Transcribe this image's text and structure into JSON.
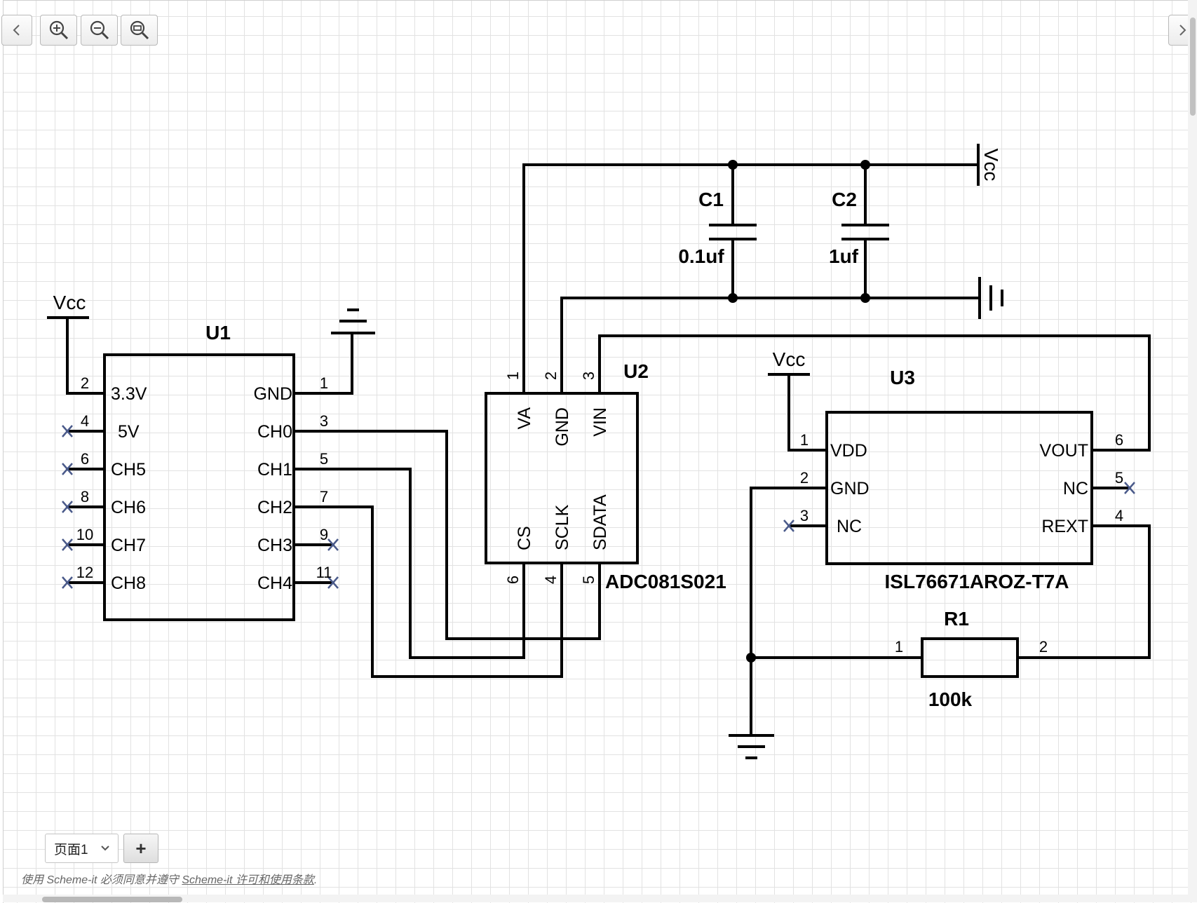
{
  "toolbar": {
    "prev_icon": "chevron-left-icon",
    "zoom_in_icon": "zoom-in-icon",
    "zoom_out_icon": "zoom-out-icon",
    "zoom_fit_icon": "zoom-fit-icon",
    "next_icon": "chevron-right-icon"
  },
  "schematic": {
    "u1": {
      "ref": "U1",
      "vcc": "Vcc",
      "left_pins": [
        {
          "num": "2",
          "name": "3.3V"
        },
        {
          "num": "4",
          "name": "5V"
        },
        {
          "num": "6",
          "name": "CH5"
        },
        {
          "num": "8",
          "name": "CH6"
        },
        {
          "num": "10",
          "name": "CH7"
        },
        {
          "num": "12",
          "name": "CH8"
        }
      ],
      "right_pins": [
        {
          "num": "1",
          "name": "GND"
        },
        {
          "num": "3",
          "name": "CH0"
        },
        {
          "num": "5",
          "name": "CH1"
        },
        {
          "num": "7",
          "name": "CH2"
        },
        {
          "num": "9",
          "name": "CH3"
        },
        {
          "num": "11",
          "name": "CH4"
        }
      ]
    },
    "u2": {
      "ref": "U2",
      "part": "ADC081S021",
      "top_pins": [
        {
          "num": "1",
          "name": "VA"
        },
        {
          "num": "2",
          "name": "GND"
        },
        {
          "num": "3",
          "name": "VIN"
        }
      ],
      "bottom_pins": [
        {
          "num": "6",
          "name": "CS"
        },
        {
          "num": "4",
          "name": "SCLK"
        },
        {
          "num": "5",
          "name": "SDATA"
        }
      ]
    },
    "u3": {
      "ref": "U3",
      "part": "ISL76671AROZ-T7A",
      "vcc": "Vcc",
      "left_pins": [
        {
          "num": "1",
          "name": "VDD"
        },
        {
          "num": "2",
          "name": "GND"
        },
        {
          "num": "3",
          "name": "NC"
        }
      ],
      "right_pins": [
        {
          "num": "6",
          "name": "VOUT"
        },
        {
          "num": "5",
          "name": "NC"
        },
        {
          "num": "4",
          "name": "REXT"
        }
      ]
    },
    "c1": {
      "ref": "C1",
      "value": "0.1uf"
    },
    "c2": {
      "ref": "C2",
      "value": "1uf"
    },
    "vcc_right": "Vcc",
    "r1": {
      "ref": "R1",
      "value": "100k",
      "pin1": "1",
      "pin2": "2"
    }
  },
  "footer": {
    "page_tab": "页面1",
    "add_page": "+",
    "terms_prefix": "使用 Scheme-it 必须同意并遵守 ",
    "terms_link": "Scheme-it 许可和使用条款",
    "terms_suffix": "."
  }
}
